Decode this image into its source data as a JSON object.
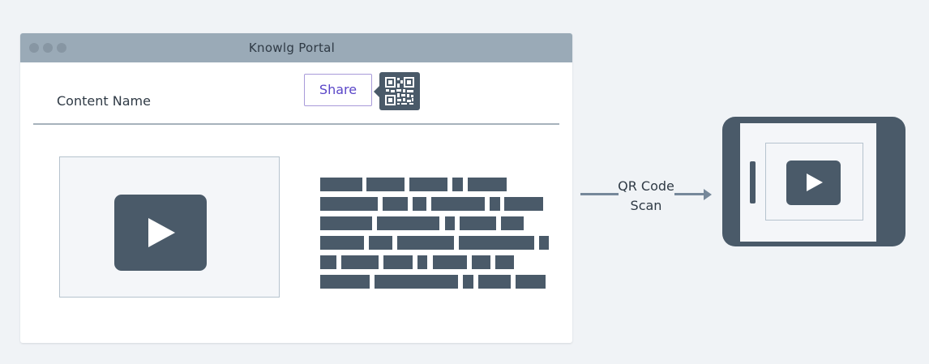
{
  "window": {
    "title": "Knowlg Portal",
    "controls": [
      "close-dot",
      "minimize-dot",
      "maximize-dot"
    ]
  },
  "content": {
    "name_label": "Content Name",
    "share_label": "Share",
    "qr_icon": "qr-code-icon",
    "video_icon": "play-icon",
    "text_icon": "text-placeholder"
  },
  "connector": {
    "label_line1": "QR Code",
    "label_line2": "Scan",
    "icon": "arrow-right-icon"
  },
  "device": {
    "icon": "tablet-icon",
    "video_icon": "play-icon"
  },
  "colors": {
    "background": "#f0f3f6",
    "titlebar": "#9aaab7",
    "dark": "#4a5a69",
    "accent": "#5a46c8",
    "accent_border": "#a89ad9",
    "connector": "#76889a"
  }
}
